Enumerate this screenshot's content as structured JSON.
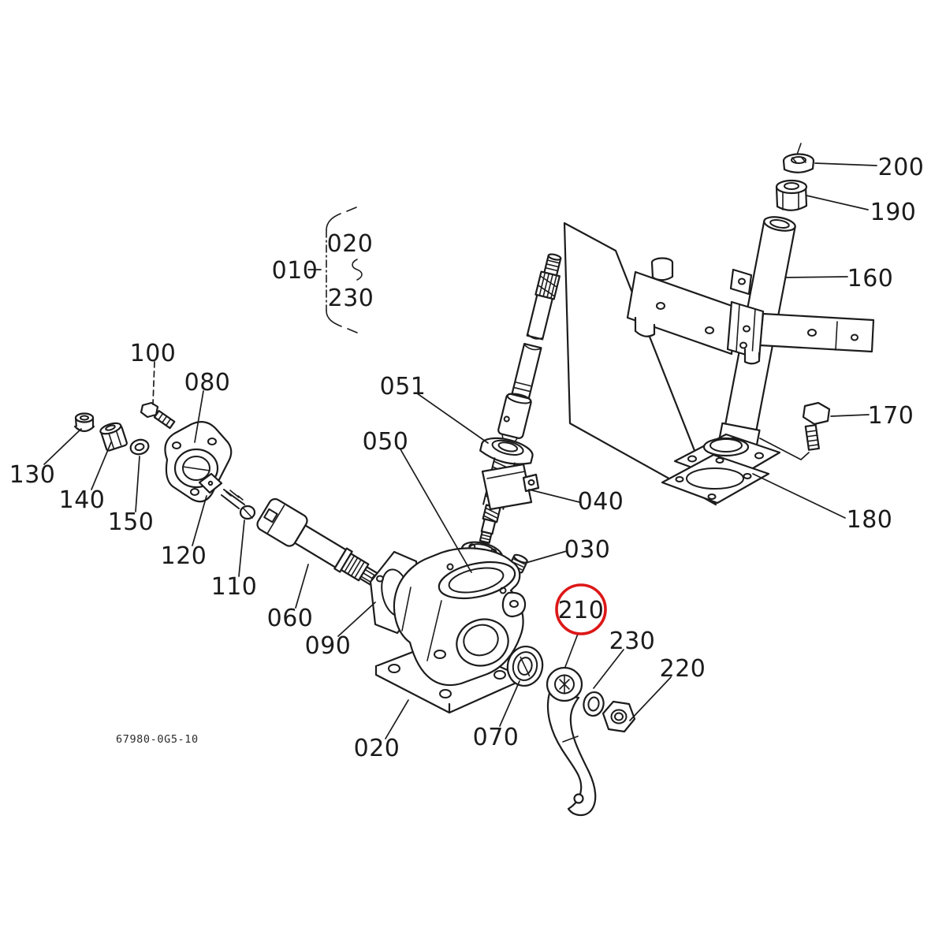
{
  "diagram": {
    "drawing_number": "67980-0G5-10",
    "group_callout": {
      "label": "010",
      "range_start": "020",
      "range_end": "230",
      "range_separator": "~"
    },
    "highlight": {
      "part": "210",
      "color": "#dd1717",
      "shape": "circle"
    },
    "line_color": "#1c1c1c",
    "background": "#ffffff",
    "callouts": [
      {
        "text": "200"
      },
      {
        "text": "190"
      },
      {
        "text": "160"
      },
      {
        "text": "170"
      },
      {
        "text": "180"
      },
      {
        "text": "100"
      },
      {
        "text": "080"
      },
      {
        "text": "130"
      },
      {
        "text": "140"
      },
      {
        "text": "150"
      },
      {
        "text": "120"
      },
      {
        "text": "110"
      },
      {
        "text": "060"
      },
      {
        "text": "090"
      },
      {
        "text": "051"
      },
      {
        "text": "050"
      },
      {
        "text": "040"
      },
      {
        "text": "030"
      },
      {
        "text": "020"
      },
      {
        "text": "070"
      },
      {
        "text": "210"
      },
      {
        "text": "230"
      },
      {
        "text": "220"
      }
    ]
  }
}
